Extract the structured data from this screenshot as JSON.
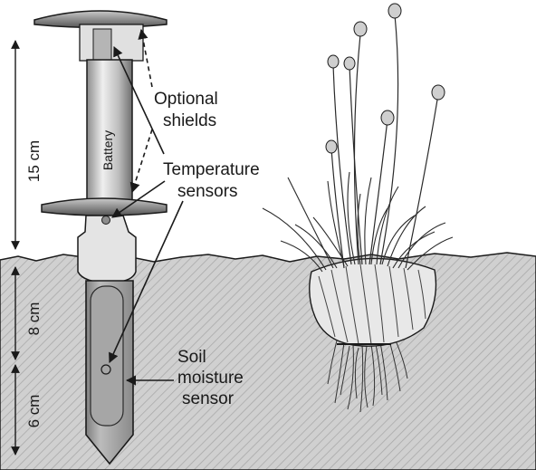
{
  "labels": {
    "optional_shields_line1": "Optional",
    "optional_shields_line2": "shields",
    "temperature_sensors_line1": "Temperature",
    "temperature_sensors_line2": "sensors",
    "soil_moisture_line1": "Soil",
    "soil_moisture_line2": "moisture",
    "soil_moisture_line3": "sensor",
    "battery": "Battery"
  },
  "dimensions": {
    "upper": "15 cm",
    "middle": "8 cm",
    "lower": "6 cm"
  },
  "colors": {
    "ground": "#d0d0d0",
    "hatch": "#a9a9a9",
    "device_light": "#e6e6e6",
    "device_mid": "#9a9a9a",
    "device_dark": "#555555",
    "outline": "#1a1a1a"
  }
}
